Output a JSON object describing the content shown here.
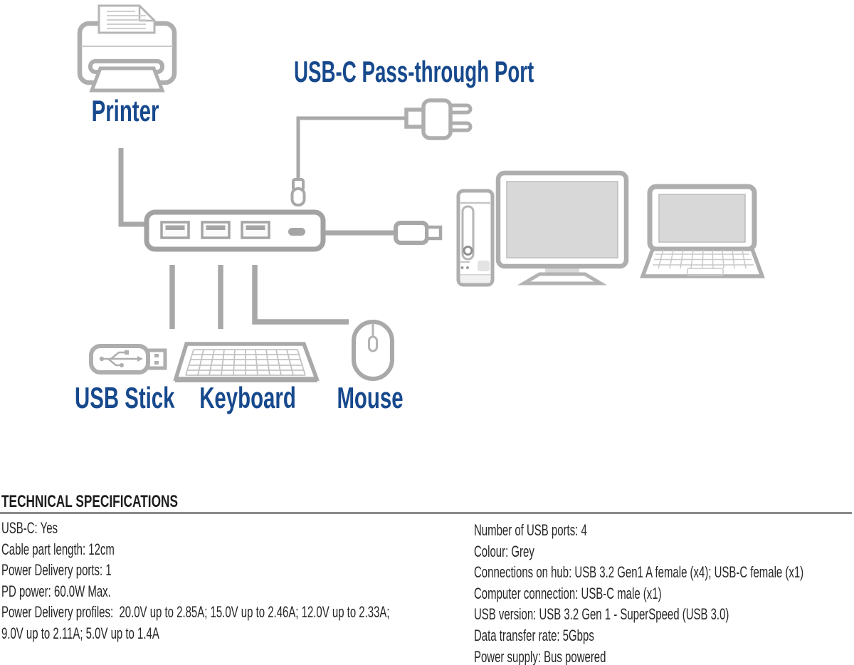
{
  "diagram": {
    "labels": {
      "printer": "Printer",
      "passthrough": "USB-C Pass-through Port",
      "usb_stick": "USB Stick",
      "keyboard": "Keyboard",
      "mouse": "Mouse"
    },
    "icons": [
      "printer-icon",
      "power-adapter-icon",
      "usb-c-connector-icon",
      "hub-icon",
      "usb-c-cable-connector-icon",
      "desktop-tower-icon",
      "monitor-icon",
      "laptop-icon",
      "usb-stick-icon",
      "keyboard-icon",
      "mouse-icon"
    ],
    "hub": {
      "usb_a_ports": 3,
      "usb_c_ports": 1
    }
  },
  "specs": {
    "heading": "TECHNICAL SPECIFICATIONS",
    "left": [
      "USB-C: Yes",
      "Cable part length: 12cm",
      "Power Delivery ports: 1",
      "PD power: 60.0W Max.",
      "Power Delivery profiles:  20.0V up to 2.85A; 15.0V up to 2.46A; 12.0V up to 2.33A;",
      "9.0V up to 2.11A; 5.0V up to 1.4A"
    ],
    "right": [
      "Number of USB ports: 4",
      "Colour: Grey",
      "Connections on hub: USB 3.2 Gen1 A female (x4); USB-C female (x1)",
      "Computer connection: USB-C male (x1)",
      "USB version: USB 3.2 Gen 1 - SuperSpeed (USB 3.0)",
      "Data transfer rate: 5Gbps",
      "Power supply: Bus powered"
    ]
  },
  "colors": {
    "label_blue": "#17498d",
    "outline_gray": "#aeaeae",
    "cable_gray": "#a8a8a8",
    "screen_gray": "#d8d8d8",
    "text_dark": "#262626"
  }
}
